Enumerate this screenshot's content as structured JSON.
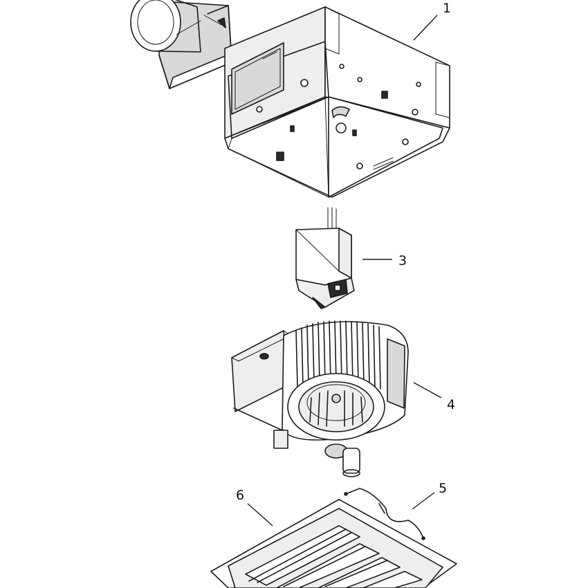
{
  "callouts": {
    "c1": "1",
    "c3": "3",
    "c4": "4",
    "c5": "5",
    "c6": "6"
  },
  "colors": {
    "line": "#1a1a1a",
    "background": "#ffffff",
    "grille_shadow": "#2b2b2b"
  }
}
